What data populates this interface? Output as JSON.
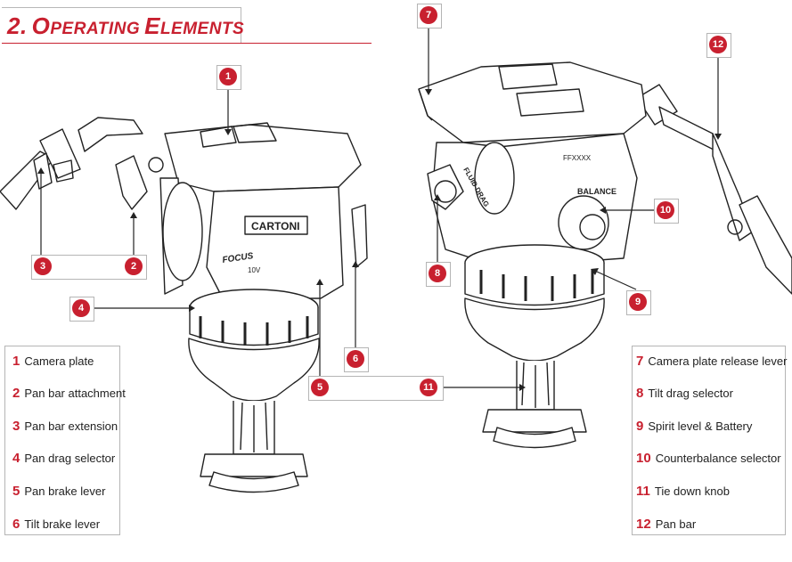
{
  "heading": {
    "number": "2.",
    "first_cap": "O",
    "first_rest": "perating",
    "second_cap": "E",
    "second_rest": "lements"
  },
  "legend_left": [
    {
      "num": "1",
      "label": "Camera plate"
    },
    {
      "num": "2",
      "label": "Pan bar attachment"
    },
    {
      "num": "3",
      "label": "Pan bar extension"
    },
    {
      "num": "4",
      "label": "Pan drag selector"
    },
    {
      "num": "5",
      "label": "Pan brake lever"
    },
    {
      "num": "6",
      "label": "Tilt brake lever"
    }
  ],
  "legend_right": [
    {
      "num": "7",
      "label": "Camera plate release lever"
    },
    {
      "num": "8",
      "label": "Tilt drag selector"
    },
    {
      "num": "9",
      "label": "Spirit level & Battery"
    },
    {
      "num": "10",
      "label": "Counterbalance selector"
    },
    {
      "num": "11",
      "label": "Tie down knob"
    },
    {
      "num": "12",
      "label": "Pan bar"
    }
  ],
  "callouts": [
    "1",
    "2",
    "3",
    "4",
    "5",
    "6",
    "7",
    "8",
    "9",
    "10",
    "11",
    "12"
  ],
  "head_markings": {
    "brand": "CARTONI",
    "model": "FOCUS",
    "model_sub": "10V",
    "balance": "BALANCE",
    "fluid_drag": "FLUID DRAG",
    "serial": "FFXXXX"
  },
  "colors": {
    "accent": "#c8202f",
    "border": "#b5b5b5",
    "line": "#222222"
  }
}
